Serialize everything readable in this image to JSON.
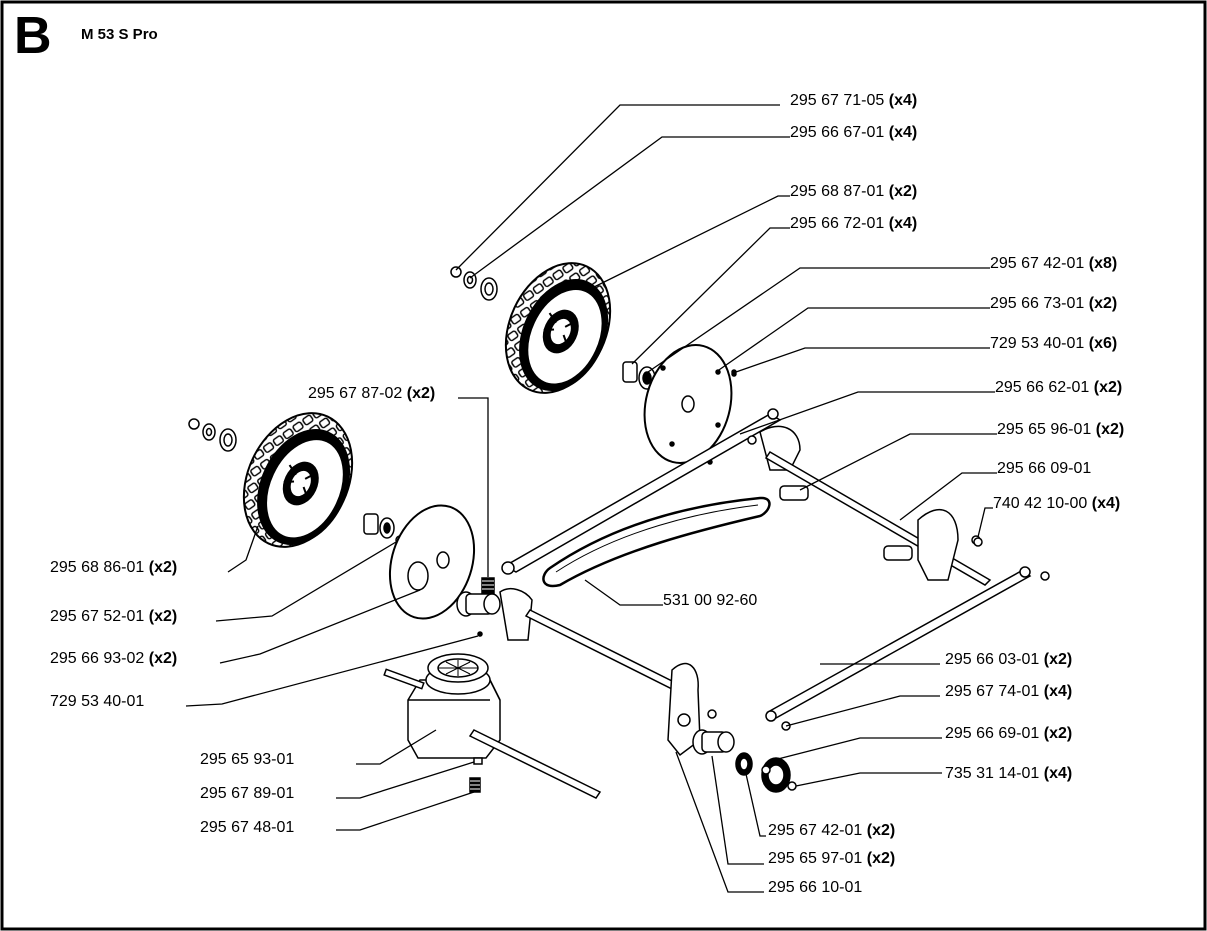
{
  "section_letter": "B",
  "model": "M 53 S Pro",
  "callouts": [
    {
      "id": "c1",
      "part": "295 67 71-05",
      "qty": "(x4)"
    },
    {
      "id": "c2",
      "part": "295 66 67-01",
      "qty": "(x4)"
    },
    {
      "id": "c3",
      "part": "295 68 87-01",
      "qty": "(x2)"
    },
    {
      "id": "c4",
      "part": "295 66 72-01",
      "qty": "(x4)"
    },
    {
      "id": "c5",
      "part": "295 67 42-01",
      "qty": "(x8)"
    },
    {
      "id": "c6",
      "part": "295 66 73-01",
      "qty": "(x2)"
    },
    {
      "id": "c7",
      "part": "729 53 40-01",
      "qty": "(x6)"
    },
    {
      "id": "c8",
      "part": "295 66 62-01",
      "qty": "(x2)"
    },
    {
      "id": "c9",
      "part": "295 67 87-02",
      "qty": "(x2)"
    },
    {
      "id": "c10",
      "part": "295 65 96-01",
      "qty": "(x2)"
    },
    {
      "id": "c11",
      "part": "295 66 09-01",
      "qty": ""
    },
    {
      "id": "c12",
      "part": "740 42 10-00",
      "qty": "(x4)"
    },
    {
      "id": "c13",
      "part": "295 68 86-01",
      "qty": "(x2)"
    },
    {
      "id": "c14",
      "part": "295 67 52-01",
      "qty": "(x2)"
    },
    {
      "id": "c15",
      "part": "531 00 92-60",
      "qty": ""
    },
    {
      "id": "c16",
      "part": "295 66 93-02",
      "qty": "(x2)"
    },
    {
      "id": "c17",
      "part": "295 66 03-01",
      "qty": "(x2)"
    },
    {
      "id": "c18",
      "part": "729 53 40-01",
      "qty": ""
    },
    {
      "id": "c19",
      "part": "295 67 74-01",
      "qty": "(x4)"
    },
    {
      "id": "c20",
      "part": "295 66 69-01",
      "qty": "(x2)"
    },
    {
      "id": "c21",
      "part": "295 65 93-01",
      "qty": ""
    },
    {
      "id": "c22",
      "part": "735 31 14-01",
      "qty": "(x4)"
    },
    {
      "id": "c23",
      "part": "295 67 89-01",
      "qty": ""
    },
    {
      "id": "c24",
      "part": "295 67 48-01",
      "qty": ""
    },
    {
      "id": "c25",
      "part": "295 67 42-01",
      "qty": "(x2)"
    },
    {
      "id": "c26",
      "part": "295 65 97-01",
      "qty": "(x2)"
    },
    {
      "id": "c27",
      "part": "295 66 10-01",
      "qty": ""
    }
  ]
}
